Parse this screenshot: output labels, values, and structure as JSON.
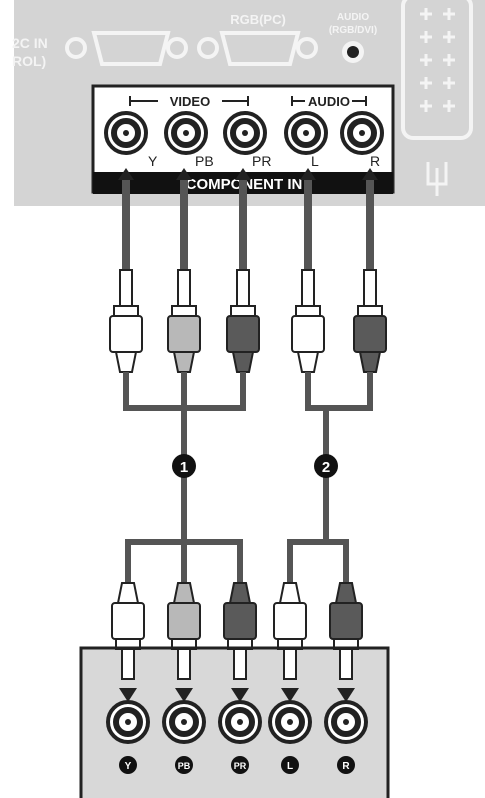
{
  "tv_panel": {
    "rs232_label_line1": "2C IN",
    "rs232_label_line2": "ROL)",
    "rgb_label": "RGB(PC)",
    "audio_label_line1": "AUDIO",
    "audio_label_line2": "(RGB/DVI)",
    "video_group_label": "VIDEO",
    "audio_group_label": "AUDIO",
    "component_label": "COMPONENT IN",
    "jacks": [
      {
        "label": "Y",
        "plug_color": "white"
      },
      {
        "label": "PB",
        "plug_color": "lightgray"
      },
      {
        "label": "PR",
        "plug_color": "darkgray"
      },
      {
        "label": "L",
        "plug_color": "white"
      },
      {
        "label": "R",
        "plug_color": "darkgray"
      }
    ]
  },
  "cable_markers": [
    {
      "label": "1"
    },
    {
      "label": "2"
    }
  ],
  "device_jacks": [
    {
      "label": "Y"
    },
    {
      "label": "PB"
    },
    {
      "label": "PR"
    },
    {
      "label": "L"
    },
    {
      "label": "R"
    }
  ],
  "colors": {
    "panel_fill": "#d4d4d4",
    "panel_text": "#f4f4f4",
    "cable": "#555555",
    "plug_white": "#ffffff",
    "plug_gray": "#b8b8b8",
    "plug_dark": "#5a5a5a",
    "device_fill": "#d8d8d8"
  }
}
